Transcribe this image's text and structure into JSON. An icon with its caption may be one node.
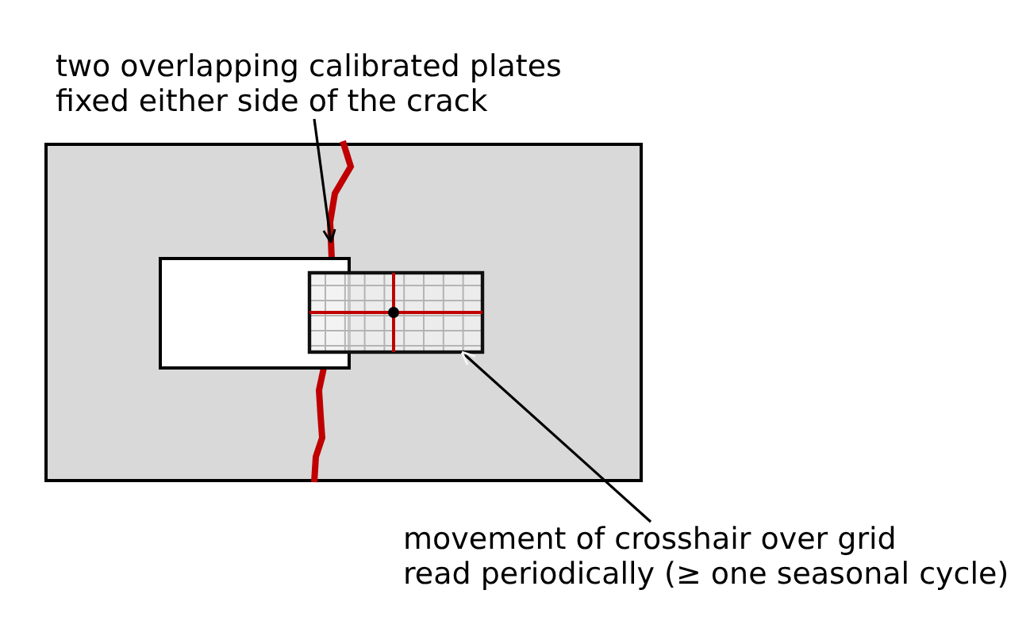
{
  "diagram": {
    "nodes": [
      {
        "text": [
          "two overlapping calibrated plates fixed either side of the crack"
        ]
      },
      {
        "text": [],
        "shape": "line"
      },
      {
        "text": [],
        "shape": "box"
      },
      {
        "text": [],
        "shape": "box"
      },
      {
        "text": [
          "movement of crosshair over grid read periodically (≥ one seasonal cycle)"
        ]
      }
    ],
    "edges": [
      {
        "from": 0,
        "to": 1,
        "arrow": "to"
      },
      {
        "from": 4,
        "to": 3,
        "arrow": "to"
      }
    ]
  }
}
